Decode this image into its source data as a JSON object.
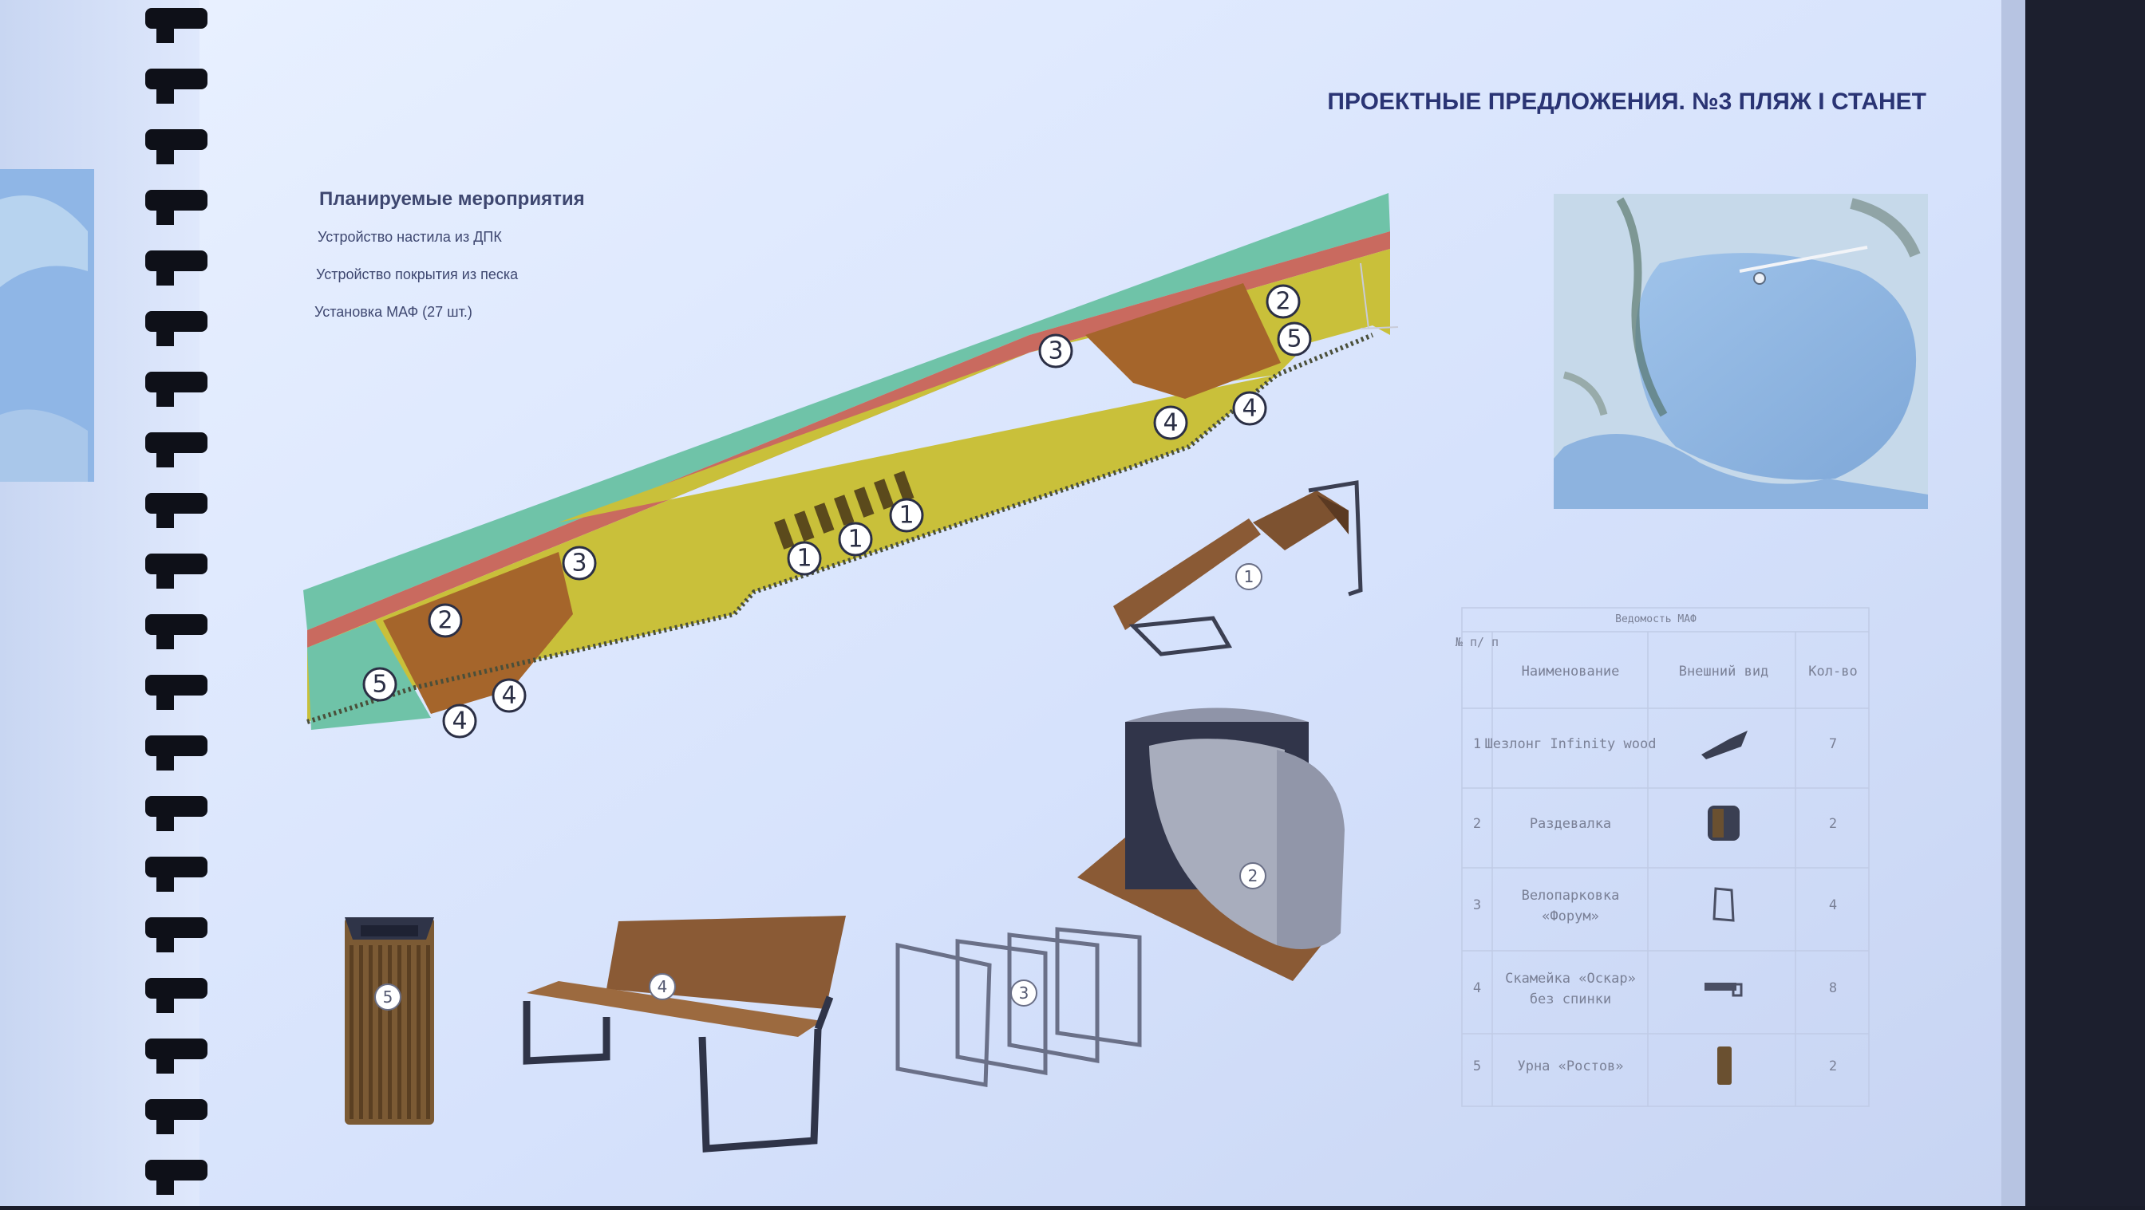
{
  "header": {
    "title": "ПРОЕКТНЫЕ ПРЕДЛОЖЕНИЯ. №3 ПЛЯЖ I СТАНЕТ"
  },
  "activities": {
    "heading": "Планируемые мероприятия",
    "items": [
      "Устройство настила из ДПК",
      "Устройство покрытия из песка",
      "Установка МАФ (27 шт.)"
    ]
  },
  "plan": {
    "markers": [
      "1",
      "1",
      "1",
      "2",
      "2",
      "3",
      "3",
      "4",
      "4",
      "4",
      "4",
      "5",
      "5"
    ]
  },
  "sketches": {
    "items": [
      {
        "num": "1",
        "icon": "chaise-lounge-icon"
      },
      {
        "num": "2",
        "icon": "changing-cabin-icon"
      },
      {
        "num": "3",
        "icon": "bike-rack-icon"
      },
      {
        "num": "4",
        "icon": "bench-icon"
      },
      {
        "num": "5",
        "icon": "trash-bin-icon"
      }
    ]
  },
  "maf_table": {
    "title": "Ведомость МАФ",
    "headers": {
      "num": "№ п/ п",
      "name": "Наименование",
      "view": "Внешний вид",
      "qty": "Кол-во"
    },
    "rows": [
      {
        "num": "1",
        "name_lines": [
          "Шезлонг Infinity wood"
        ],
        "qty": "7",
        "icon": "chaise-lounge-icon"
      },
      {
        "num": "2",
        "name_lines": [
          "Раздевалка"
        ],
        "qty": "2",
        "icon": "changing-cabin-icon"
      },
      {
        "num": "3",
        "name_lines": [
          "Велопарковка",
          "«Форум»"
        ],
        "qty": "4",
        "icon": "bike-rack-icon"
      },
      {
        "num": "4",
        "name_lines": [
          "Скамейка «Оскар»",
          "без спинки"
        ],
        "qty": "8",
        "icon": "bench-icon"
      },
      {
        "num": "5",
        "name_lines": [
          "Урна «Ростов»"
        ],
        "qty": "2",
        "icon": "trash-bin-icon"
      }
    ]
  },
  "colors": {
    "page": "#d8e4ff",
    "sand": "#c9c03a",
    "deck": "#a5652b",
    "path": "#c96a5f",
    "lawn": "#6fc3a8",
    "heading": "#2a3474"
  }
}
